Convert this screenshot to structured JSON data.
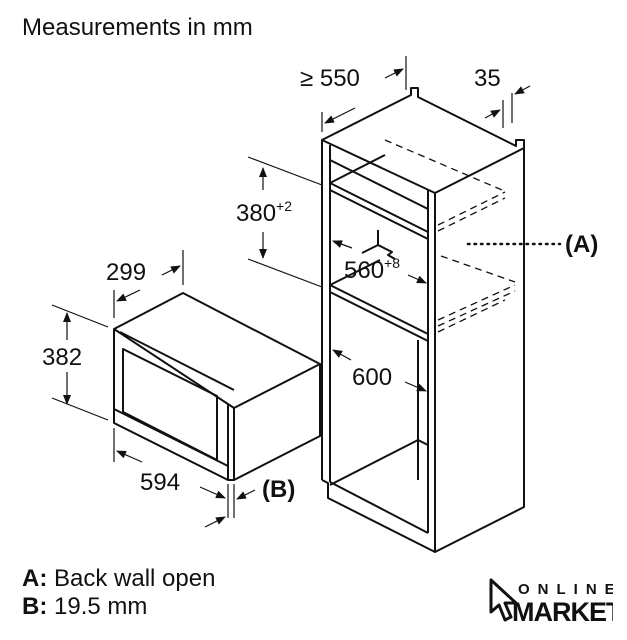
{
  "title": "Measurements in mm",
  "dimensions": {
    "cabinet_depth": "≥ 550",
    "front_offset": "35",
    "niche_height": "380",
    "niche_height_tol": "+2",
    "niche_width": "560",
    "niche_width_tol": "+8",
    "cabinet_width": "600",
    "appliance_depth": "299",
    "appliance_height": "382",
    "appliance_width": "594"
  },
  "callouts": {
    "a": "(A)",
    "b": "(B)"
  },
  "legend": [
    {
      "key": "A:",
      "text": "Back wall open"
    },
    {
      "key": "B:",
      "text": "19.5 mm"
    }
  ],
  "logo": {
    "line1": "ONLINE",
    "line2": "MARKET"
  },
  "colors": {
    "ink": "#111111",
    "background": "#ffffff"
  }
}
